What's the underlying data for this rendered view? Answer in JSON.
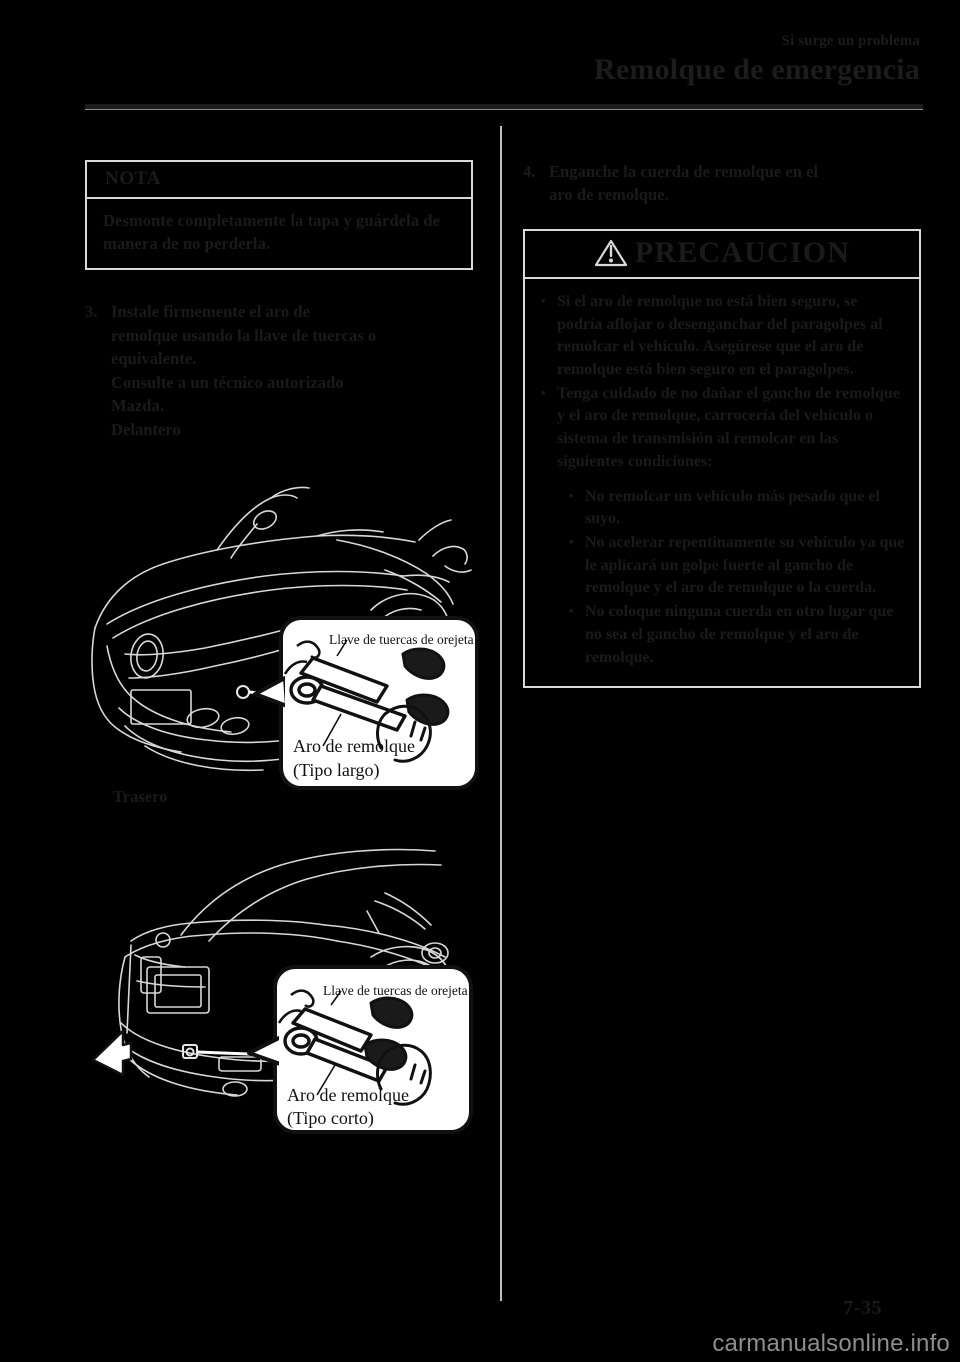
{
  "header": {
    "kicker": "Si surge un problema",
    "title": "Remolque de emergencia"
  },
  "left_column": {
    "note_box": {
      "title": "NOTA",
      "text": "Desmonte completamente la tapa y guárdela de manera de no perderla."
    },
    "step3": {
      "number": "3.",
      "lines": [
        "Instale firmemente el aro de",
        "remolque usando la llave de tuercas o",
        "equivalente.",
        "Consulte a un técnico autorizado",
        "Mazda."
      ],
      "front_label": "Delantero"
    },
    "rear_label": "Trasero",
    "figure_front": {
      "name": "front-bumper-tow-hook-illustration",
      "callout": {
        "wrench_label": "Llave de tuercas de orejeta",
        "eyebolt_label": "Aro de remolque",
        "type_label": "(Tipo largo)"
      }
    },
    "figure_rear": {
      "name": "rear-bumper-tow-hook-illustration",
      "callout": {
        "wrench_label": "Llave de tuercas de orejeta",
        "eyebolt_label": "Aro de remolque",
        "type_label": "(Tipo corto)"
      }
    }
  },
  "right_column": {
    "step4": {
      "number": "4.",
      "lines": [
        "Enganche la cuerda de remolque en el",
        "aro de remolque."
      ]
    },
    "caution_box": {
      "icon": "warning-triangle-icon",
      "title": "PRECAUCION",
      "bullets": [
        "Si el aro de remolque no está bien seguro, se podría aflojar o desenganchar del paragolpes al remolcar el vehículo. Asegúrese que el aro de remolque está bien seguro en el paragolpes.",
        "Tenga cuidado de no dañar el gancho de remolque y el aro de remolque, carrocería del vehículo o sistema de transmisión al remolcar en las siguientes condiciones:"
      ],
      "sub_bullets": [
        "No remolcar un vehículo más pesado que el suyo.",
        "No acelerar repentinamente su vehículo ya que le aplicará un golpe fuerte al gancho de remolque y el aro de remolque o la cuerda.",
        "No coloque ninguna cuerda en otro lugar que no sea el gancho de remolque y el aro de remolque."
      ]
    }
  },
  "footer": {
    "page_number": "7-35",
    "watermark": "carmanualsonline.info"
  }
}
